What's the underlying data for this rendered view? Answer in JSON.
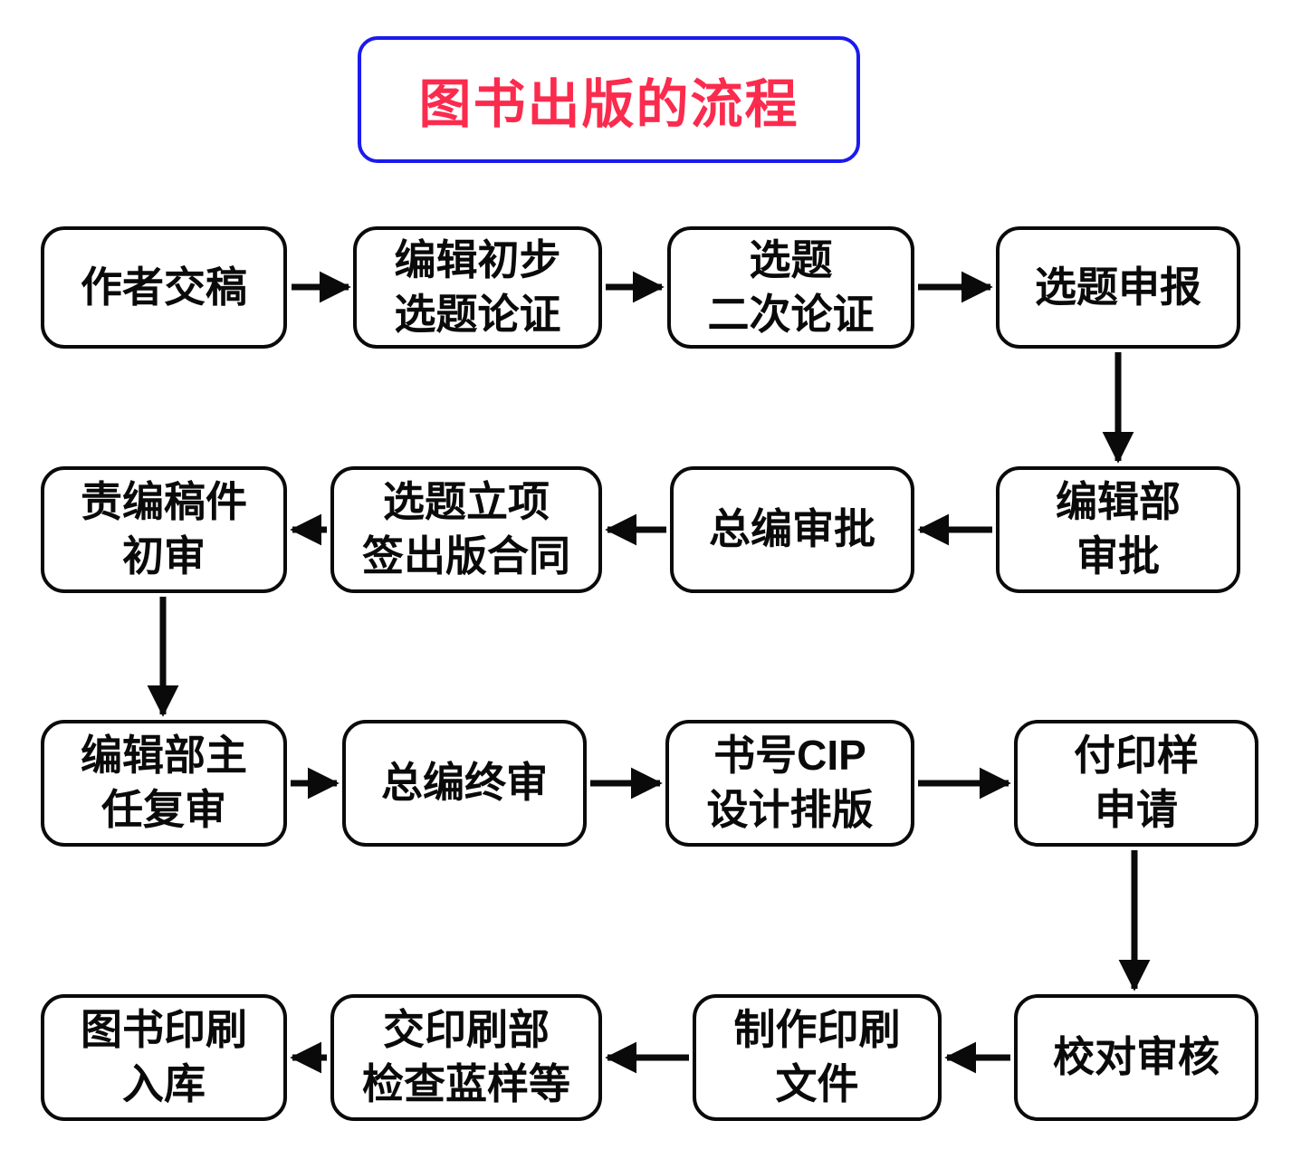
{
  "title": {
    "text": "图书出版的流程",
    "text_color": "#fb2b4e",
    "border_color": "#1a1aee"
  },
  "diagram": {
    "type": "flowchart",
    "flow": "linear-snake",
    "node_border_color": "#0a0a0a",
    "arrow_color": "#0a0a0a"
  },
  "nodes": [
    {
      "id": "author-submit",
      "label": "作者交稿"
    },
    {
      "id": "editor-initial-topic",
      "label": "编辑初步\n选题论证"
    },
    {
      "id": "topic-second-review",
      "label": "选题\n二次论证"
    },
    {
      "id": "topic-declaration",
      "label": "选题申报"
    },
    {
      "id": "editorial-approval",
      "label": "编辑部\n审批"
    },
    {
      "id": "chief-editor-approval",
      "label": "总编审批"
    },
    {
      "id": "topic-contract",
      "label": "选题立项\n签出版合同"
    },
    {
      "id": "first-review",
      "label": "责编稿件\n初审"
    },
    {
      "id": "second-review",
      "label": "编辑部主\n任复审"
    },
    {
      "id": "final-review",
      "label": "总编终审"
    },
    {
      "id": "isbn-cip-layout",
      "label": "书号CIP\n设计排版"
    },
    {
      "id": "print-sample-apply",
      "label": "付印样\n申请"
    },
    {
      "id": "proof-check",
      "label": "校对审核"
    },
    {
      "id": "make-print-files",
      "label": "制作印刷\n文件"
    },
    {
      "id": "printing-dept-check",
      "label": "交印刷部\n检查蓝样等"
    },
    {
      "id": "print-warehouse",
      "label": "图书印刷\n入库"
    }
  ],
  "edges": [
    {
      "from": "作者交稿",
      "to": "编辑初步选题论证"
    },
    {
      "from": "编辑初步选题论证",
      "to": "选题二次论证"
    },
    {
      "from": "选题二次论证",
      "to": "选题申报"
    },
    {
      "from": "选题申报",
      "to": "编辑部审批"
    },
    {
      "from": "编辑部审批",
      "to": "总编审批"
    },
    {
      "from": "总编审批",
      "to": "选题立项签出版合同"
    },
    {
      "from": "选题立项签出版合同",
      "to": "责编稿件初审"
    },
    {
      "from": "责编稿件初审",
      "to": "编辑部主任复审"
    },
    {
      "from": "编辑部主任复审",
      "to": "总编终审"
    },
    {
      "from": "总编终审",
      "to": "书号CIP设计排版"
    },
    {
      "from": "书号CIP设计排版",
      "to": "付印样申请"
    },
    {
      "from": "付印样申请",
      "to": "校对审核"
    },
    {
      "from": "校对审核",
      "to": "制作印刷文件"
    },
    {
      "from": "制作印刷文件",
      "to": "交印刷部检查蓝样等"
    },
    {
      "from": "交印刷部检查蓝样等",
      "to": "图书印刷入库"
    }
  ]
}
